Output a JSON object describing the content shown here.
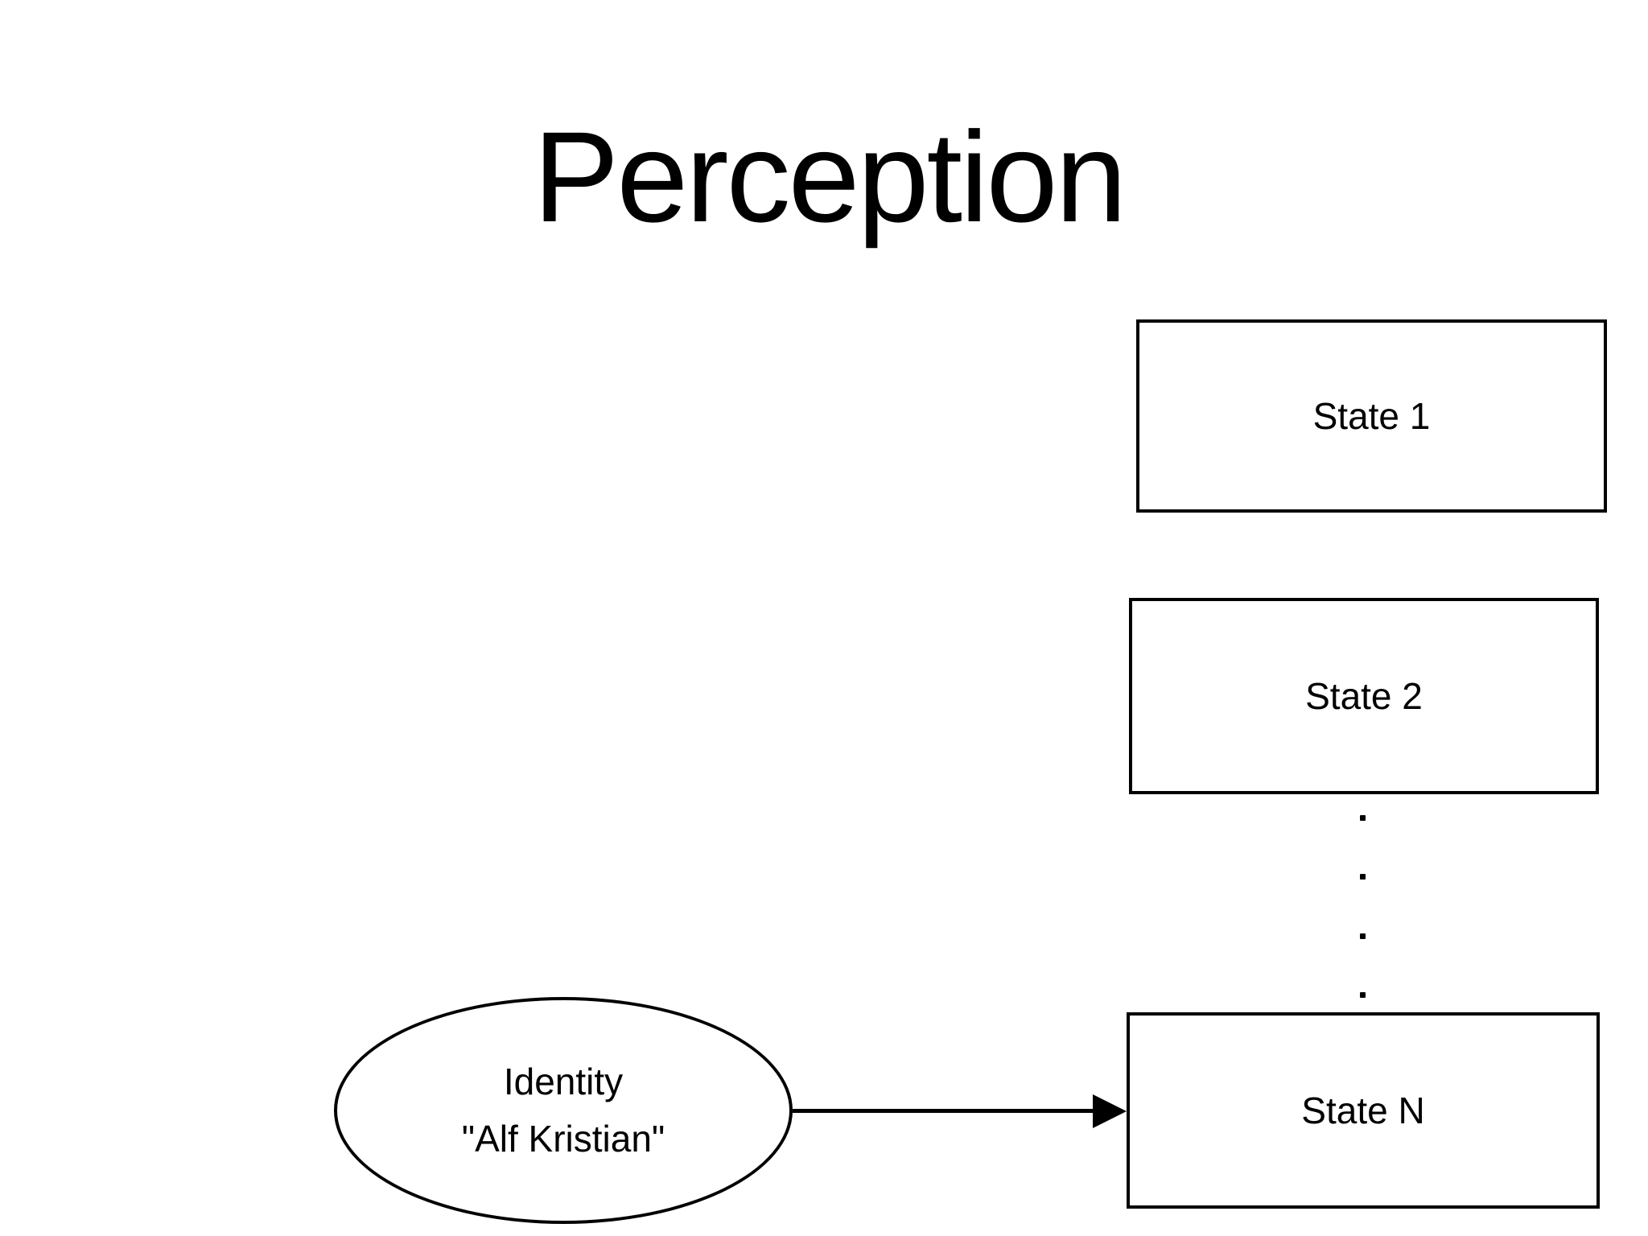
{
  "title": "Perception",
  "diagram": {
    "states": [
      {
        "label": "State 1"
      },
      {
        "label": "State 2"
      },
      {
        "label": "State N"
      }
    ],
    "dots": {
      "count": 4
    },
    "identity": {
      "line1": "Identity",
      "line2": "\"Alf Kristian\""
    },
    "colors": {
      "stroke": "#000000",
      "background": "#ffffff"
    }
  }
}
